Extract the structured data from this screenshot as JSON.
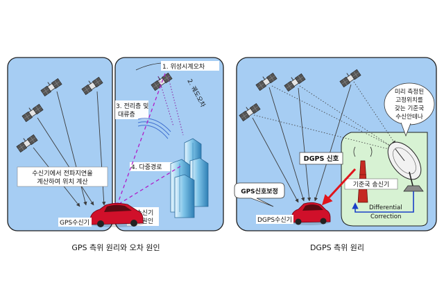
{
  "left_caption": "GPS 측위 원리와  오차 원인",
  "right_caption": "DGPS 측위 원리",
  "gps": {
    "error_1": "1. 위성시계오차",
    "error_2": "2. 궤도오차",
    "error_3a": "3. 전리층 및",
    "error_3b": "대류층",
    "error_4": "4. 다중경로",
    "error_5a": "5. 수신기",
    "error_5b": "자체 원인",
    "receiver_note_a": "수신기에서 전파지연을",
    "receiver_note_b": "계산하여 위치 계산",
    "receiver_label": "GPS수신기"
  },
  "dgps": {
    "station_note_a": "미리 측정된",
    "station_note_b": "고정위치를",
    "station_note_c": "갖는 기준국",
    "station_note_d": "수신안테나",
    "signal_label": "DGPS 신호",
    "correction_label": "GPS신호보정",
    "transmitter_label": "기준국 송신기",
    "receiver_label": "DGPS수신기",
    "diff_a": "Differential",
    "diff_b": "Correction"
  },
  "colors": {
    "sky": "#a6cdf3",
    "ground": "#d7f2d3",
    "dashed_magenta": "#b01cc8",
    "dotted_purple": "#8a2aa6",
    "arrow_red": "#e0141c",
    "arrow_blue": "#1a3fc8",
    "car": "#d0102a",
    "building": "#79c3e6"
  },
  "icons": [
    "satellite-icon",
    "car-icon",
    "building-icon",
    "dish-antenna-icon",
    "transmitter-tower-icon"
  ]
}
